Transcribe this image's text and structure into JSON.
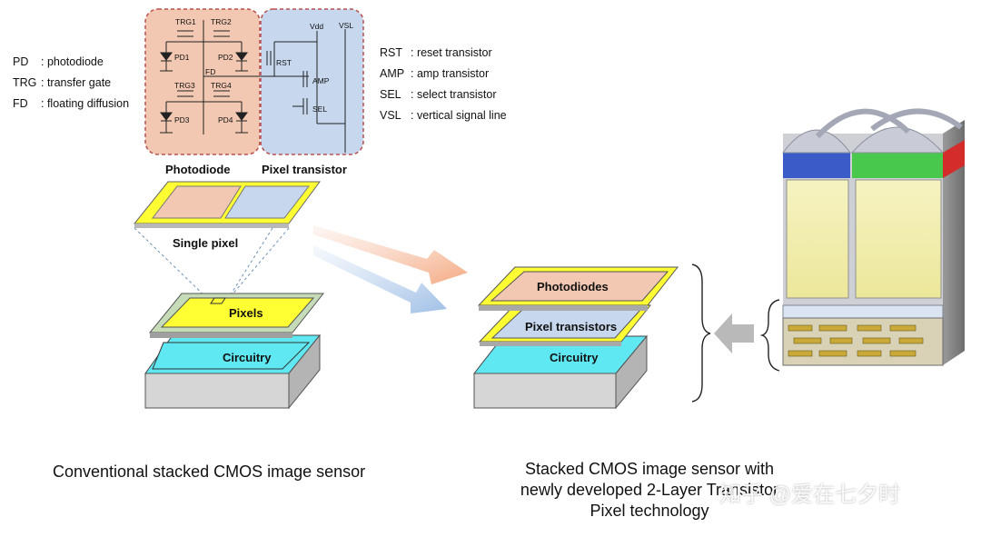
{
  "left_legend": [
    {
      "abbr": "PD",
      "desc": ": photodiode"
    },
    {
      "abbr": "TRG",
      "desc": ": transfer gate"
    },
    {
      "abbr": "FD",
      "desc": ": floating diffusion"
    }
  ],
  "right_legend": [
    {
      "abbr": "RST",
      "desc": ": reset transistor"
    },
    {
      "abbr": "AMP",
      "desc": ": amp transistor"
    },
    {
      "abbr": "SEL",
      "desc": ": select transistor"
    },
    {
      "abbr": "VSL",
      "desc": ": vertical signal line"
    }
  ],
  "circuit": {
    "trg1": "TRG1",
    "trg2": "TRG2",
    "trg3": "TRG3",
    "trg4": "TRG4",
    "pd1": "PD1",
    "pd2": "PD2",
    "pd3": "PD3",
    "pd4": "PD4",
    "fd": "FD",
    "vdd": "Vdd",
    "vsl": "VSL",
    "rst": "RST",
    "amp": "AMP",
    "sel": "SEL"
  },
  "region_labels": {
    "photodiode": "Photodiode",
    "pixel_transistor": "Pixel transistor"
  },
  "single_pixel": "Single pixel",
  "conventional": {
    "pixels": "Pixels",
    "circuitry": "Circuitry",
    "caption": "Conventional stacked CMOS image sensor"
  },
  "new_design": {
    "photodiodes": "Photodiodes",
    "pixel_transistors": "Pixel transistors",
    "circuitry": "Circuitry",
    "caption_lines": [
      "Stacked CMOS image sensor with",
      "newly developed 2-Layer Transistor",
      "Pixel technology"
    ]
  },
  "watermark": "知乎 @爱在七夕时",
  "colors": {
    "photodiode_fill": "#f2c8b2",
    "transistor_fill": "#c6d7ee",
    "yellow": "#ffff33",
    "cyan": "#5fe8f2",
    "gray": "#d6d6d6",
    "frame_green": "#c6dcb8",
    "blue": "#3b5cc8",
    "green": "#48c84c",
    "red": "#d42b2b"
  }
}
